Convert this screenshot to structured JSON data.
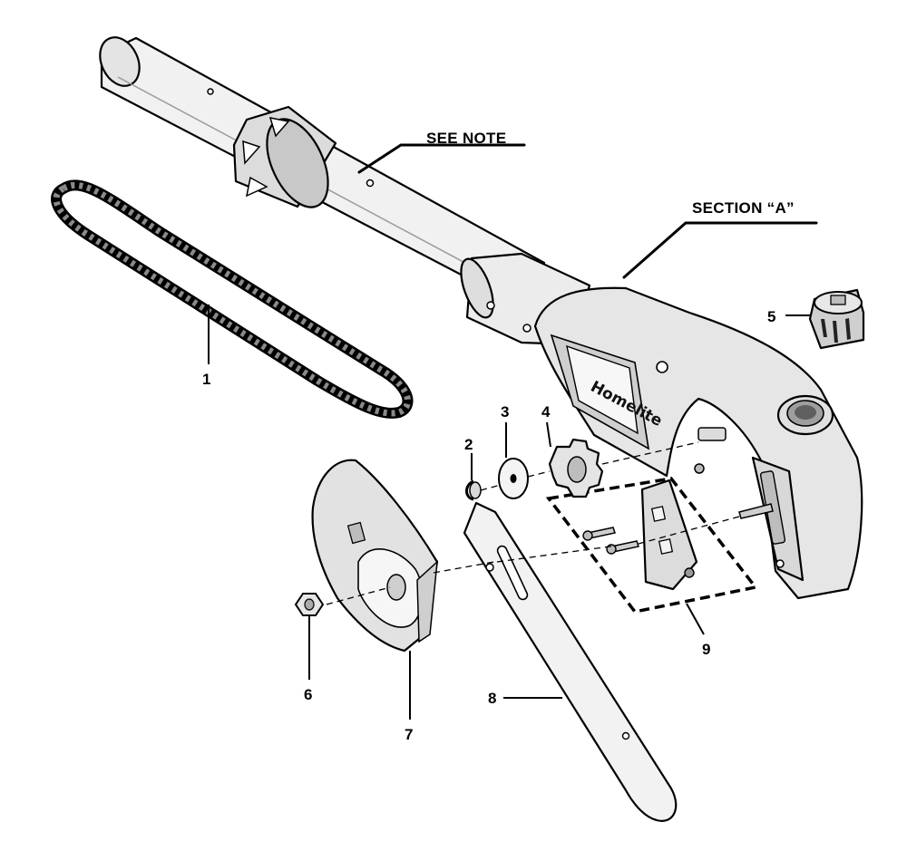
{
  "callouts": {
    "see_note": "SEE NOTE",
    "section_a": "SECTION “A”"
  },
  "brand_text": "Homelite",
  "parts": [
    {
      "number": "1",
      "part": "saw-chain"
    },
    {
      "number": "2",
      "part": "retaining-clip"
    },
    {
      "number": "3",
      "part": "washer"
    },
    {
      "number": "4",
      "part": "sprocket"
    },
    {
      "number": "5",
      "part": "oil-cap"
    },
    {
      "number": "6",
      "part": "nut"
    },
    {
      "number": "7",
      "part": "sprocket-cover"
    },
    {
      "number": "8",
      "part": "guide-bar"
    },
    {
      "number": "9",
      "part": "chain-tensioner-assembly"
    }
  ]
}
